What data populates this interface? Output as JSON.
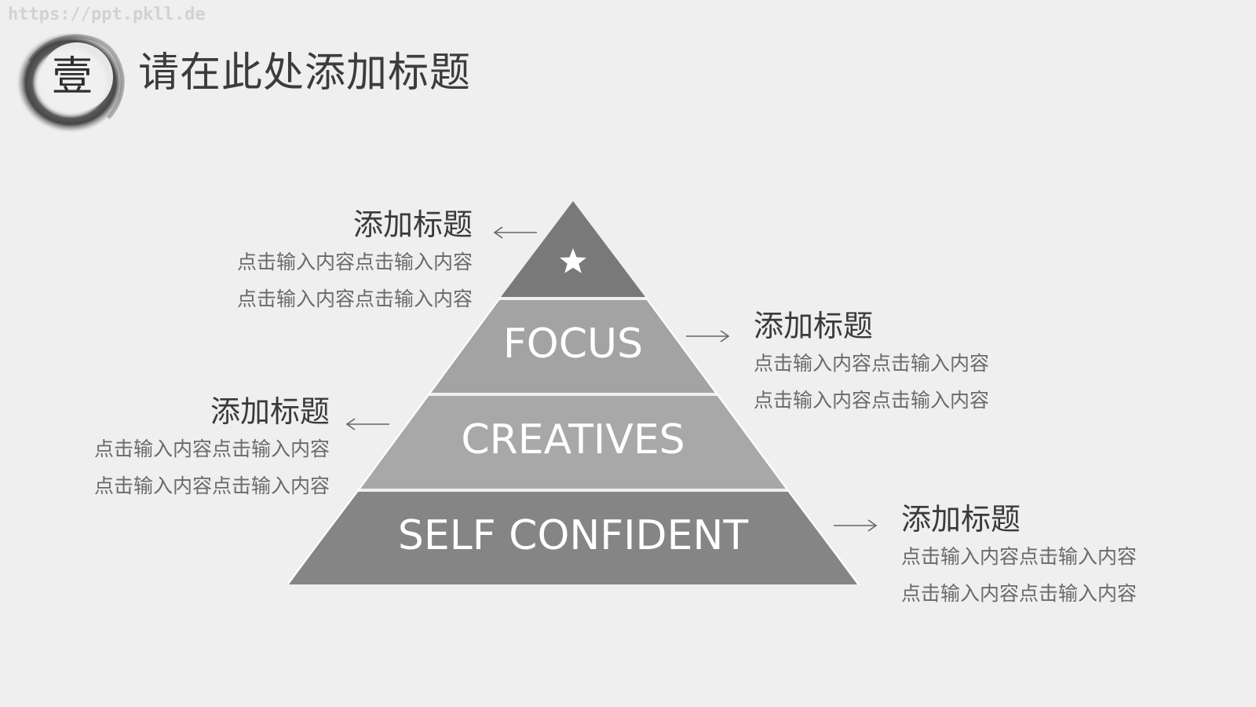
{
  "watermark": "https://ppt.pkll.de",
  "header": {
    "number_char": "壹",
    "title": "请在此处添加标题"
  },
  "pyramid": {
    "top_icon": "star-icon",
    "tiers": [
      {
        "label": "FOCUS"
      },
      {
        "label": "CREATIVES"
      },
      {
        "label": "SELF CONFIDENT"
      }
    ],
    "colors": {
      "apex": "#797979",
      "focus": "#a3a3a3",
      "creatives": "#a8a8a8",
      "base": "#858585",
      "separator": "#ffffff"
    }
  },
  "callouts": [
    {
      "heading": "添加标题",
      "lines": [
        "点击输入内容点击输入内容",
        "点击输入内容点击输入内容"
      ]
    },
    {
      "heading": "添加标题",
      "lines": [
        "点击输入内容点击输入内容",
        "点击输入内容点击输入内容"
      ]
    },
    {
      "heading": "添加标题",
      "lines": [
        "点击输入内容点击输入内容",
        "点击输入内容点击输入内容"
      ]
    },
    {
      "heading": "添加标题",
      "lines": [
        "点击输入内容点击输入内容",
        "点击输入内容点击输入内容"
      ]
    }
  ]
}
